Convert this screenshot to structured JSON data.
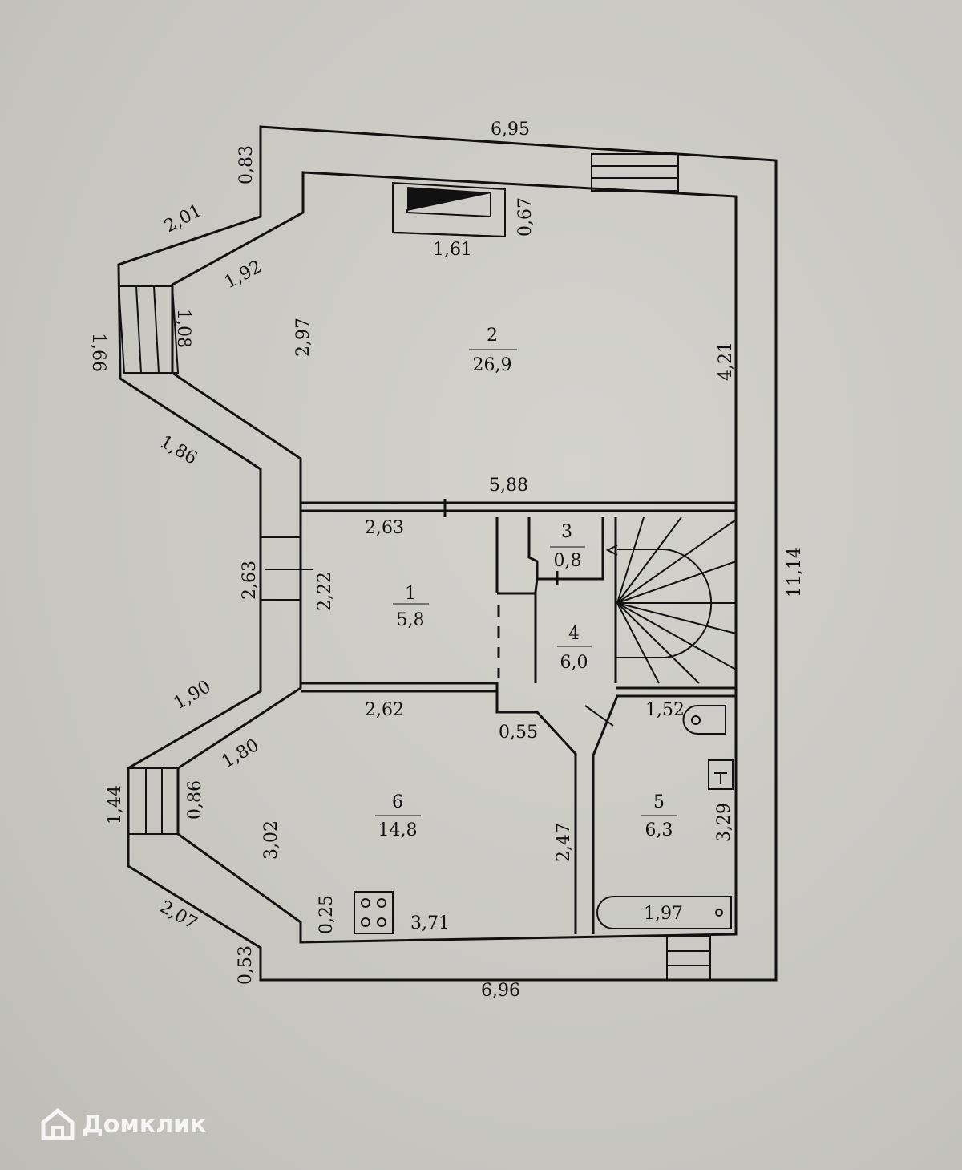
{
  "rooms": [
    {
      "number": "1",
      "area": "5,8"
    },
    {
      "number": "2",
      "area": "26,9"
    },
    {
      "number": "3",
      "area": "0,8"
    },
    {
      "number": "4",
      "area": "6,0"
    },
    {
      "number": "5",
      "area": "6,3"
    },
    {
      "number": "6",
      "area": "14,8"
    }
  ],
  "dimensions": {
    "top_outer": "6,95",
    "bottom_outer": "6,96",
    "right_outer": "11,14",
    "d_0_83": "0,83",
    "d_2_01": "2,01",
    "d_1_92": "1,92",
    "d_1_66": "1,66",
    "d_1_08": "1,08",
    "d_2_97": "2,97",
    "d_1_86": "1,86",
    "d_1_61": "1,61",
    "d_0_67": "0,67",
    "d_4_21": "4,21",
    "d_5_88": "5,88",
    "d_2_63_top": "2,63",
    "d_2_63_left": "2,63",
    "d_2_22": "2,22",
    "d_1_90": "1,90",
    "d_2_62": "2,62",
    "d_0_55": "0,55",
    "d_1_80": "1,80",
    "d_1_44": "1,44",
    "d_0_86": "0,86",
    "d_3_02": "3,02",
    "d_2_07": "2,07",
    "d_0_53": "0,53",
    "d_0_25": "0,25",
    "d_3_71": "3,71",
    "d_2_47": "2,47",
    "d_1_52": "1,52",
    "d_3_29": "3,29",
    "d_1_97": "1,97"
  },
  "watermark": {
    "text": "Домклик",
    "icon": "house-logo-icon"
  }
}
